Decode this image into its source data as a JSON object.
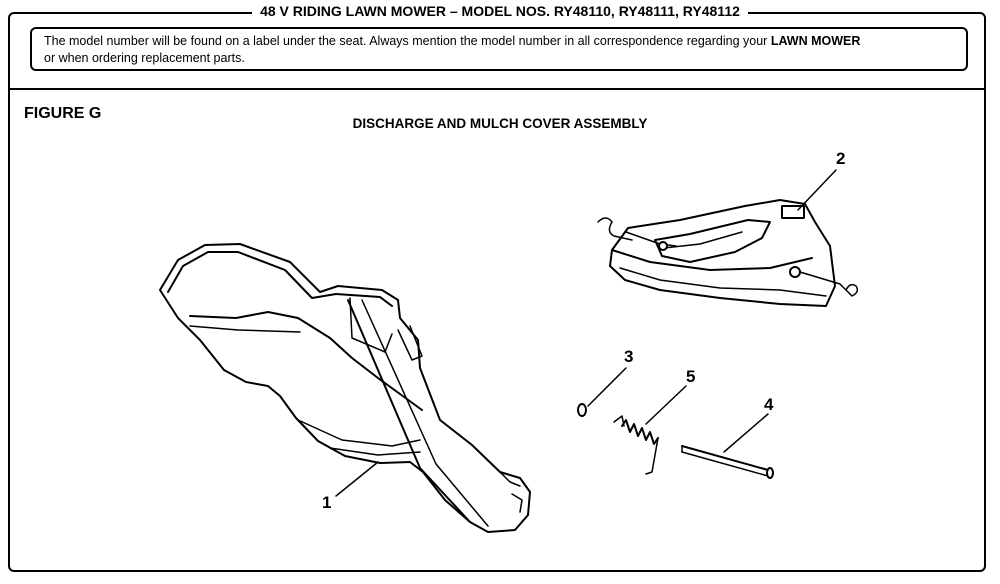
{
  "header": {
    "title": "48 V RIDING LAWN MOWER – MODEL NOS. RY48110, RY48111, RY48112"
  },
  "note": {
    "text_before": "The model number will be found on a label under the seat. Always mention the model number in all correspondence regarding your ",
    "emphasis": "LAWN MOWER",
    "text_after": "or when ordering replacement parts."
  },
  "figure": {
    "label": "FIGURE G",
    "title": "DISCHARGE AND MULCH COVER ASSEMBLY"
  },
  "callouts": [
    "1",
    "2",
    "3",
    "4",
    "5"
  ]
}
